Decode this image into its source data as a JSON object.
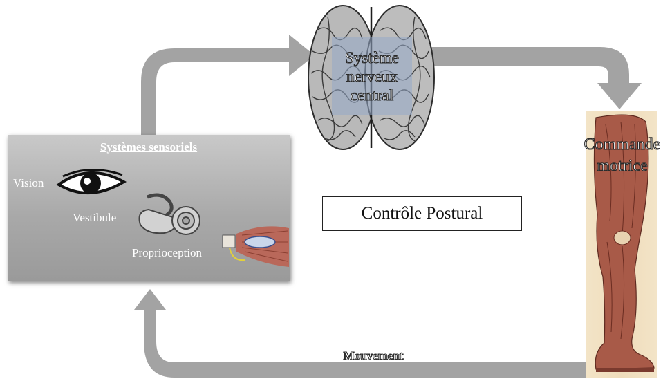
{
  "diagram": {
    "central_box": {
      "label": "Système\nnerveux\ncentral"
    },
    "sensory_panel": {
      "title": "Systèmes sensoriels",
      "items": [
        {
          "label": "Vision",
          "icon": "eye-icon"
        },
        {
          "label": "Vestibule",
          "icon": "inner-ear-icon"
        },
        {
          "label": "Proprioception",
          "icon": "muscle-spindle-icon"
        }
      ]
    },
    "center_label": "Contrôle Postural",
    "motor_label": "Commande\nmotrice",
    "movement_label": "Mouvement",
    "colors": {
      "arrow": "#a3a3a3",
      "panel": "#b3b3b3",
      "cns_overlay": "#96aac8",
      "leg_background": "#efdcbb",
      "muscle": "#a85a48"
    }
  }
}
